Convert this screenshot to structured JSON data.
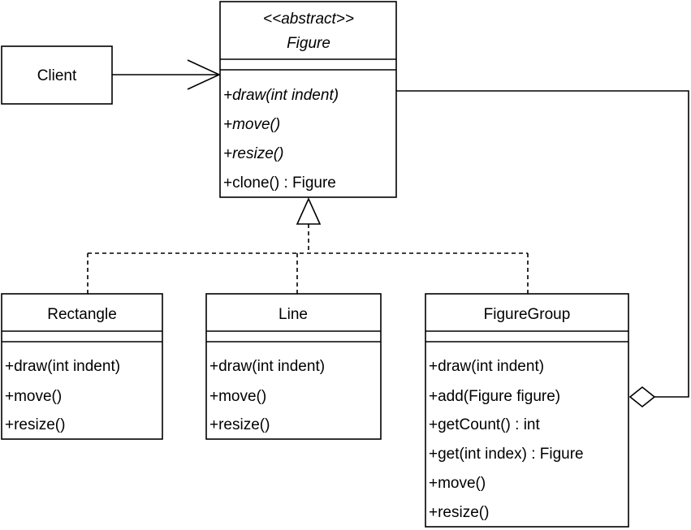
{
  "client": {
    "label": "Client"
  },
  "figure": {
    "stereotype": "<<abstract>>",
    "name": "Figure",
    "methods": [
      "+draw(int indent)",
      "+move()",
      "+resize()",
      "+clone() : Figure"
    ]
  },
  "rectangle": {
    "name": "Rectangle",
    "methods": [
      "+draw(int indent)",
      "+move()",
      "+resize()"
    ]
  },
  "line": {
    "name": "Line",
    "methods": [
      "+draw(int indent)",
      "+move()",
      "+resize()"
    ]
  },
  "figure_group": {
    "name": "FigureGroup",
    "methods": [
      "+draw(int indent)",
      "+add(Figure figure)",
      "+getCount() : int",
      "+get(int index) : Figure",
      "+move()",
      "+resize()"
    ]
  }
}
